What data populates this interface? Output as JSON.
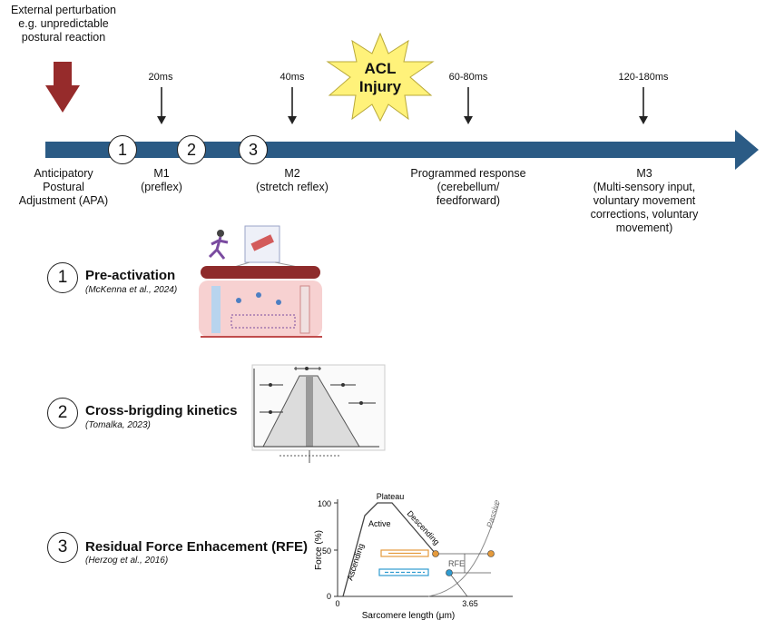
{
  "perturbation": {
    "line1": "External perturbation",
    "line2": "e.g. unpredictable",
    "line3": "postural reaction"
  },
  "ticks": [
    "20ms",
    "40ms",
    "60-80ms",
    "120-180ms"
  ],
  "star_label": {
    "line1": "ACL",
    "line2": "Injury"
  },
  "markers": [
    "1",
    "2",
    "3"
  ],
  "phases": {
    "apa": [
      "Anticipatory",
      "Postural",
      "Adjustment (APA)"
    ],
    "m1": [
      "M1",
      "(preflex)"
    ],
    "m2": [
      "M2",
      "(stretch reflex)"
    ],
    "programmed": [
      "Programmed response",
      "(cerebellum/",
      "feedforward)"
    ],
    "m3": [
      "M3",
      "(Multi-sensory input,",
      "voluntary movement",
      "corrections, voluntary",
      "movement)"
    ]
  },
  "items": [
    {
      "number": "1",
      "title": "Pre-activation",
      "citation": "(McKenna et al., 2024)"
    },
    {
      "number": "2",
      "title": "Cross-brigding kinetics",
      "citation": "(Tomalka, 2023)"
    },
    {
      "number": "3",
      "title": "Residual Force Enhacement (RFE)",
      "citation": "(Herzog et al., 2016)"
    }
  ],
  "rfe_chart": {
    "ylabel": "Force (%)",
    "xlabel": "Sarcomere length (μm)",
    "y100": "100",
    "y50": "50",
    "y0": "0",
    "x0": "0",
    "x365": "3.65",
    "plateau": "Plateau",
    "active": "Active",
    "ascending": "Ascending",
    "descending": "Descending",
    "passive": "Passive",
    "rfe": "RFE"
  },
  "colors": {
    "timeline": "#2b5b85",
    "arrow": "#962b2b",
    "star": "#fff27a",
    "orange": "#e49a3c",
    "blue": "#2f9bd0"
  }
}
